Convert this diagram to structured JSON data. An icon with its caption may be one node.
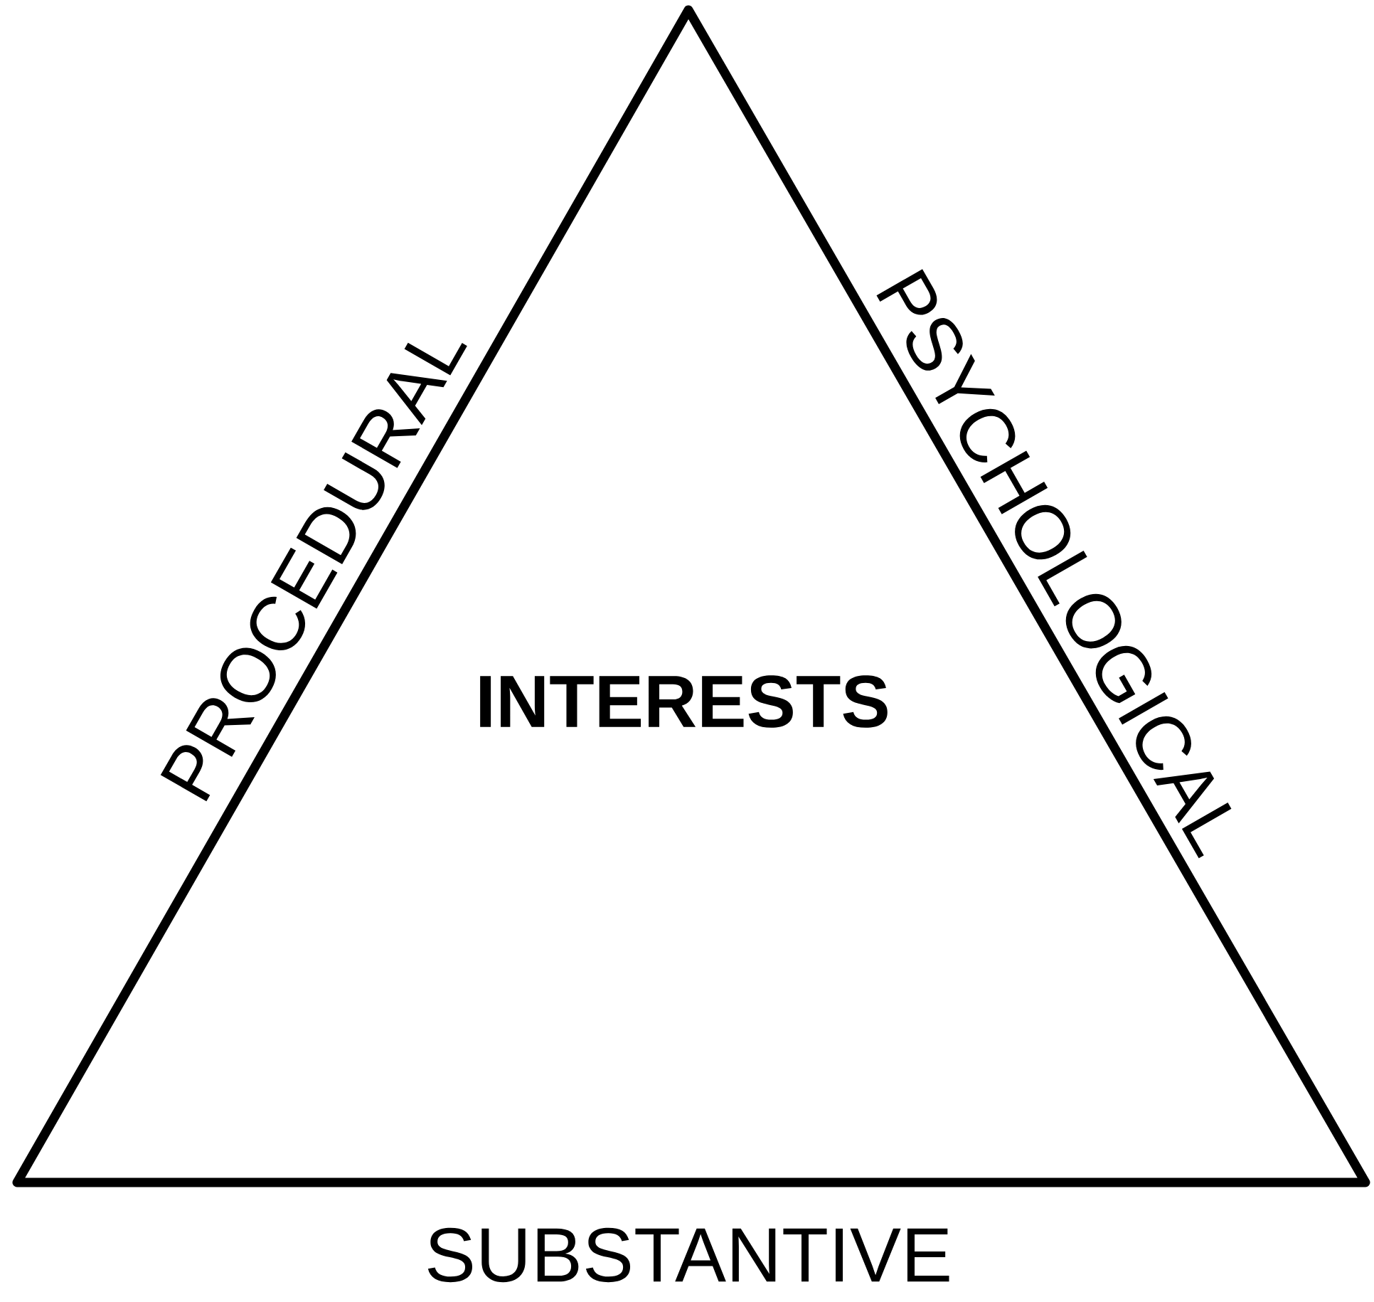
{
  "diagram": {
    "nodes": [
      {
        "text": [
          "INTERESTS"
        ]
      }
    ],
    "edges": [],
    "labels": [
      "PROCEDURAL",
      "PSYCHOLOGICAL",
      "SUBSTANTIVE"
    ]
  }
}
